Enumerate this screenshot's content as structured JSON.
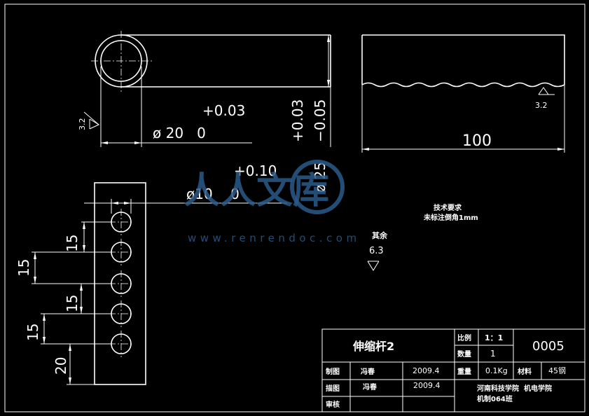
{
  "title_block": {
    "part_name": "伸缩杆2",
    "scale_label": "比例",
    "scale_value": "1：1",
    "qty_label": "数量",
    "qty_value": "1",
    "drawing_no": "0005",
    "drawn_label": "制图",
    "drawn_by": "冯春",
    "drawn_date": "2009.4",
    "weight_label": "重量",
    "weight_value": "0.1Kg",
    "material_label": "材料",
    "material_value": "45钢",
    "checked_label": "描图",
    "checked_by": "冯春",
    "checked_date": "2009.4",
    "approved_label": "审核",
    "school_line1": "河南科技学院  机电学院",
    "school_line2": "机制064班"
  },
  "dimensions": {
    "tol_upper_20": "+0.03",
    "dia_20": "ø 20   0",
    "tol_upper_25": "+0.03",
    "tol_lower_25": "−0.05",
    "dia_25": "ø 25",
    "tol_upper_10": "+0.10",
    "dia_10": "ø10    0",
    "length_100": "100",
    "pitch_15a": "15",
    "pitch_15b": "15",
    "pitch_15c": "15",
    "pitch_15d": "15",
    "edge_20": "20"
  },
  "surface_finish": {
    "left_value": "3.2",
    "right_value": "3.2",
    "rest_label": "其余",
    "rest_value": "6.3"
  },
  "notes": {
    "heading": "技术要求",
    "line1": "未标注倒角1mm"
  },
  "watermark": {
    "text_cn": "人人文库",
    "url": "www.renrendoc.com"
  },
  "colors": {
    "background": "#000000",
    "lines": "#ffffff",
    "watermark": "#2a5b8a"
  }
}
